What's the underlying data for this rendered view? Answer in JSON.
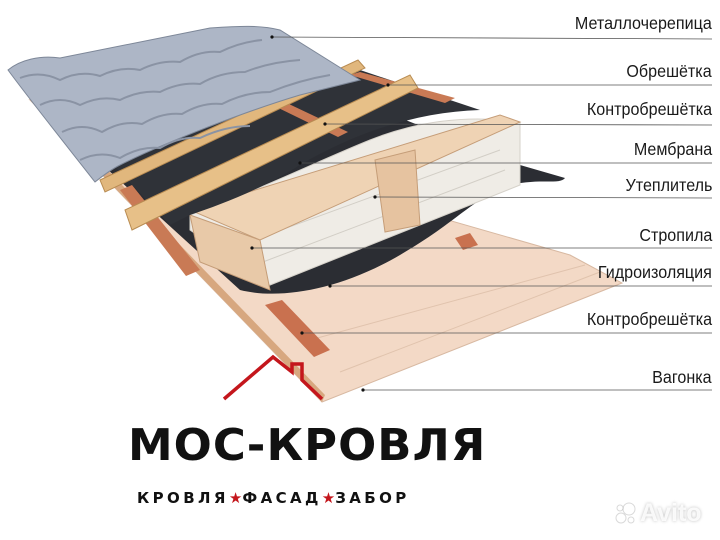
{
  "layers": [
    {
      "label": "Металлочерепица"
    },
    {
      "label": "Обрешётка"
    },
    {
      "label": "Контробрешётка"
    },
    {
      "label": "Мембрана"
    },
    {
      "label": "Утеплитель"
    },
    {
      "label": "Стропила"
    },
    {
      "label": "Гидроизоляция"
    },
    {
      "label": "Контробрешётка"
    },
    {
      "label": "Вагонка"
    }
  ],
  "logo": {
    "brand": "МОС-КРОВЛЯ",
    "tagline_parts": [
      "КРОВЛЯ",
      "ФАСАД",
      "ЗАБОР"
    ],
    "star": "★",
    "accent_color": "#c4161c"
  },
  "watermark": {
    "text": "Avito"
  },
  "colors": {
    "tile": "#a9b3c4",
    "wood": "#e8c9a8",
    "membrane": "#2b2d33",
    "insulation": "#f1efea",
    "batten": "#d9a86a",
    "plywood": "#f3d9c6"
  }
}
